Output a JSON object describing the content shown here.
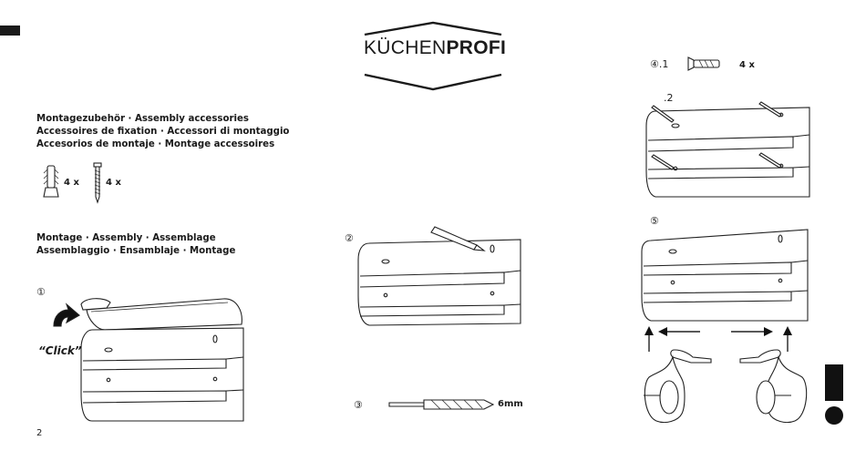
{
  "brand": {
    "logo_light": "KÜCHEN",
    "logo_bold": "PROFI"
  },
  "accessories": {
    "lines": [
      "Montagezubehör  ·  Assembly accessories",
      "Accessoires de fixation  ·  Accessori di montaggio",
      "Accesorios de montaje  ·  Montage accessoires"
    ],
    "dowel_qty": "4 x",
    "screw_qty": "4 x"
  },
  "assembly": {
    "lines": [
      "Montage  ·  Assembly  ·  Assemblage",
      "Assemblaggio  ·  Ensamblaje  ·  Montage"
    ]
  },
  "steps": {
    "step1": "①",
    "step2": "②",
    "step3": "③",
    "step4": "④",
    "step4_sub1": ".1",
    "step4_sub2": ".2",
    "step5": "⑤"
  },
  "click_label": "“Click”",
  "drill_size": "6mm",
  "step4_qty": "4 x",
  "page_number": "2",
  "colors": {
    "ink": "#1a1a1a",
    "background": "#ffffff"
  }
}
